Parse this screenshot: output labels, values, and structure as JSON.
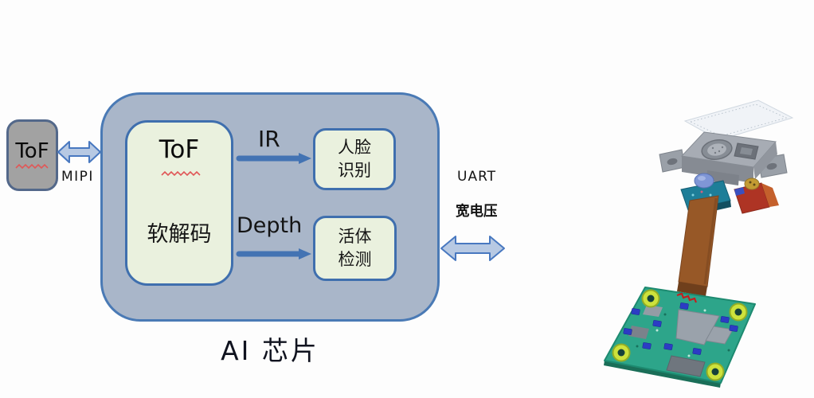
{
  "diagram": {
    "sensor_box_label": "ToF",
    "mipi_label": "MIPI",
    "chip_caption": "AI 芯片",
    "decoder_label_top": "ToF",
    "decoder_label_bottom": "软解码",
    "ir_label": "IR",
    "depth_label": "Depth",
    "face_box": {
      "line1": "人脸",
      "line2": "识别"
    },
    "liveness_box": {
      "line1": "活体",
      "line2": "检测"
    },
    "uart_label": "UART",
    "wide_voltage_label": "宽电压"
  },
  "colors": {
    "chip_fill": "#a9b6c9",
    "chip_border": "#4a7ab5",
    "module_fill": "#eaf1de",
    "module_border": "#3f6fae",
    "sensor_fill": "#a2a2a2",
    "sensor_border": "#53688a",
    "block_arrow_fill": "#b7c9e3",
    "block_arrow_stroke": "#4878c0",
    "flow_arrow": "#4373b3",
    "squiggle_red": "#e05858",
    "pcb_green": "#2da58a",
    "flex_cable_brown": "#975827"
  }
}
